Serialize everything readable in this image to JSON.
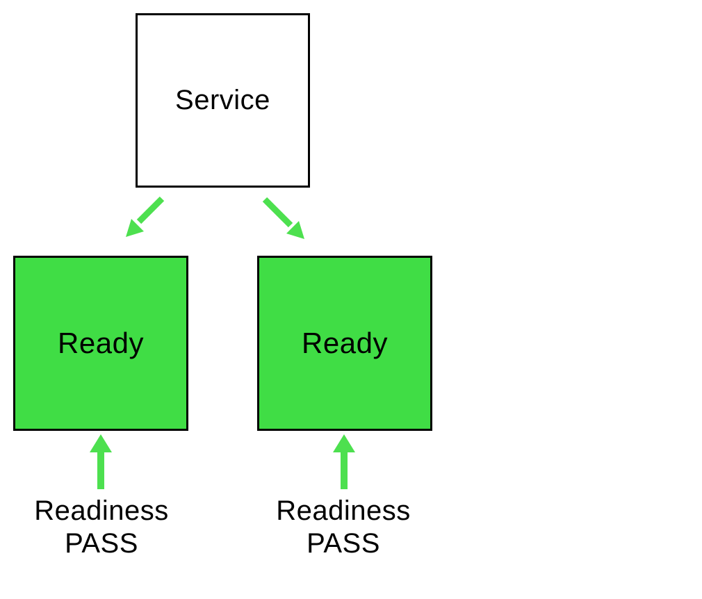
{
  "canvas": {
    "background": "#ffffff"
  },
  "colors": {
    "ready_fill": "#40dd45",
    "service_fill": "#ffffff",
    "arrow": "#4de04f",
    "node_border": "#000000",
    "text": "#000000"
  },
  "nodes": {
    "service": {
      "label": "Service"
    },
    "ready_left": {
      "label": "Ready"
    },
    "ready_right": {
      "label": "Ready"
    }
  },
  "labels": {
    "left": {
      "line1": "Readiness",
      "line2": "PASS"
    },
    "right": {
      "line1": "Readiness",
      "line2": "PASS"
    }
  },
  "edges": [
    {
      "from": "service",
      "to": "ready_left",
      "type": "arrow",
      "color": "#4de04f"
    },
    {
      "from": "service",
      "to": "ready_right",
      "type": "arrow",
      "color": "#4de04f"
    },
    {
      "from": "readiness_probe_left",
      "to": "ready_left",
      "type": "arrow",
      "color": "#4de04f"
    },
    {
      "from": "readiness_probe_right",
      "to": "ready_right",
      "type": "arrow",
      "color": "#4de04f"
    }
  ]
}
